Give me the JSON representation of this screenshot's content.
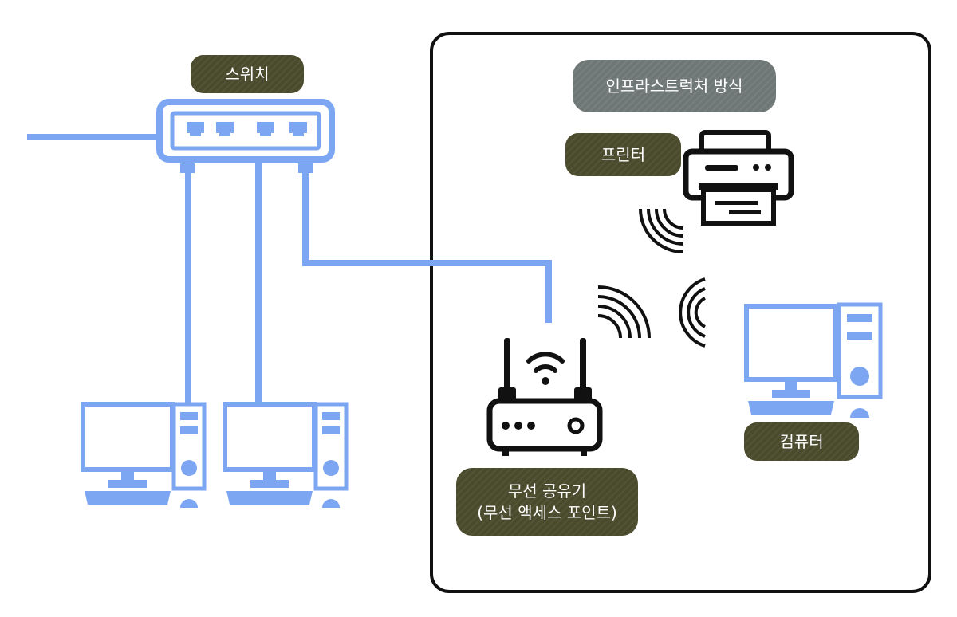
{
  "labels": {
    "switch": "스위치",
    "infrastructure_mode": "인프라스트럭처 방식",
    "printer": "프린터",
    "wireless_router_line1": "무선 공유기",
    "wireless_router_line2": "(무선 액세스 포인트)",
    "computer": "컴퓨터"
  },
  "colors": {
    "cable_blue": "#7da6f2",
    "computer_blue": "#7da6f2",
    "label_olive": "#4a4a2c",
    "label_gray": "#6e7775",
    "frame_black": "#111111"
  },
  "icons": [
    "switch-icon",
    "desktop-computer-icon",
    "wireless-router-icon",
    "printer-icon",
    "wifi-signal-icon"
  ]
}
